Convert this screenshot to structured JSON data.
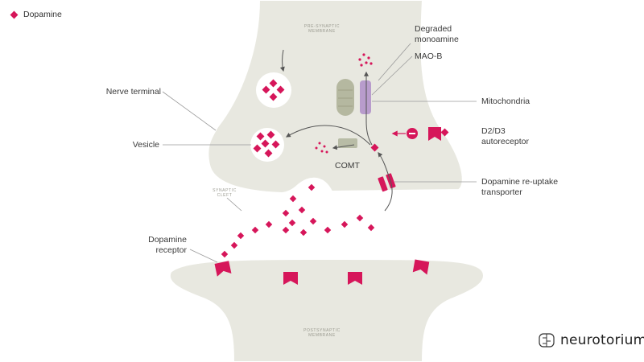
{
  "legend": {
    "label": "Dopamine",
    "color": "#d6165a"
  },
  "labels": {
    "presynaptic_membrane": "PRE-SYNAPTIC MEMBRANE",
    "postsynaptic_membrane": "POSTSYNAPTIC MEMBRANE",
    "synaptic_cleft": "SYNAPTIC CLEFT",
    "nerve_terminal": "Nerve terminal",
    "vesicle": "Vesicle",
    "degraded_monoamine": "Degraded monoamine",
    "mao_b": "MAO-B",
    "mitochondria": "Mitochondria",
    "d2d3_autoreceptor": "D2/D3 autoreceptor",
    "comt": "COMT",
    "reuptake_transporter": "Dopamine re-uptake transporter",
    "dopamine_receptor": "Dopamine receptor"
  },
  "brand": {
    "name": "neurotorium"
  },
  "colors": {
    "membrane_fill": "#e8e8e0",
    "membrane_stroke": "#ffffff",
    "dopamine": "#d6165a",
    "mitochondria": "#b5b8a0",
    "mao_b": "#b89ccc",
    "comt": "#b8bca6",
    "arrow": "#555555",
    "leader_line": "#9a9a9a"
  },
  "icons": {
    "legend_marker": "diamond",
    "inhibition": "minus-circle",
    "brand_logo": "brain-icon"
  }
}
